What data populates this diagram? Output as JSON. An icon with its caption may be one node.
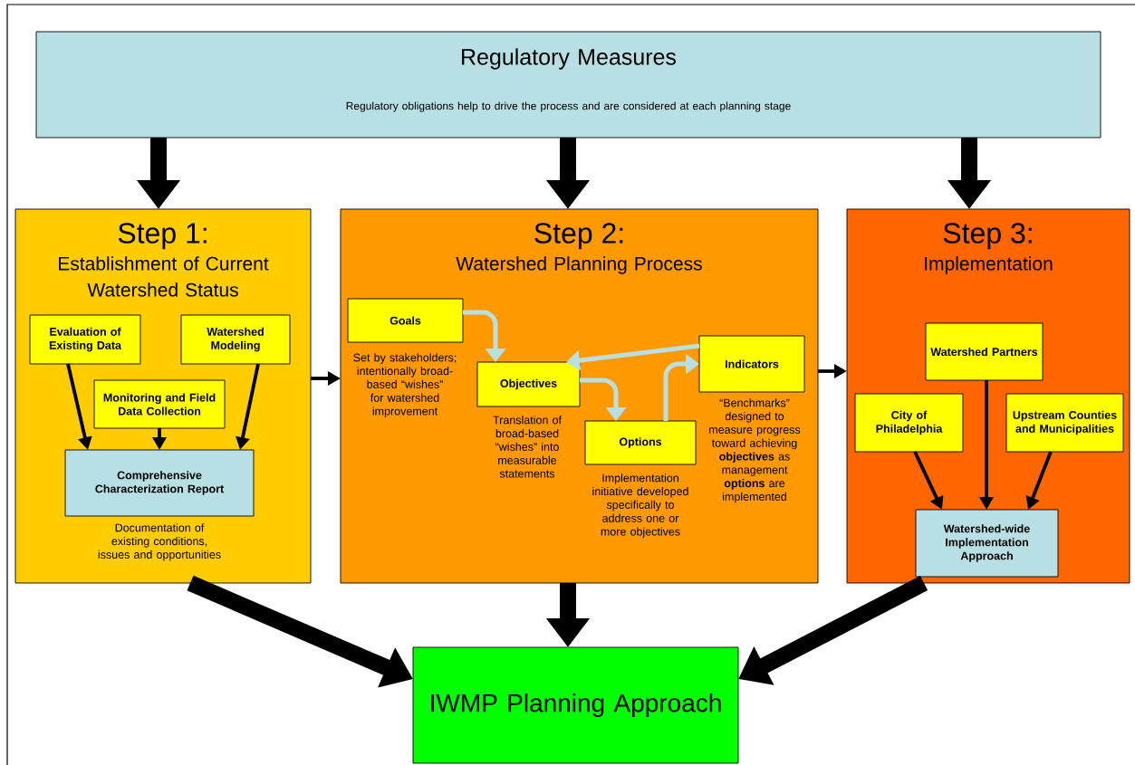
{
  "diagram": {
    "nodes": [
      {
        "text": [
          "Regulatory Measures",
          "Regulatory obligations help to drive the process and are considered at each planning stage"
        ]
      },
      {
        "text": [
          "Step 1:",
          "Establishment of Current Watershed Status"
        ]
      },
      {
        "text": [
          "Evaluation of Existing Data"
        ],
        "in": 1
      },
      {
        "text": [
          "Watershed Modeling"
        ],
        "in": 1
      },
      {
        "text": [
          "Monitoring and Field Data Collection"
        ],
        "in": 1
      },
      {
        "text": [
          "Comprehensive Characterization Report"
        ],
        "in": 1,
        "beside": [
          "Documentation of existing conditions, issues and opportunities"
        ]
      },
      {
        "text": [
          "Step 2:",
          "Watershed Planning Process"
        ]
      },
      {
        "text": [
          "Goals"
        ],
        "in": 6,
        "beside": [
          "Set by stakeholders; intentionally broad-based “wishes” for watershed improvement"
        ]
      },
      {
        "text": [
          "Objectives"
        ],
        "in": 6,
        "beside": [
          "Translation of broad-based “wishes” into measurable statements"
        ]
      },
      {
        "text": [
          "Options"
        ],
        "in": 6,
        "beside": [
          "Implementation initiative developed specifically to address one or more objectives"
        ]
      },
      {
        "text": [
          "Indicators"
        ],
        "in": 6,
        "beside": [
          "“Benchmarks” designed to measure progress toward achieving **objectives** as management **options** are implemented"
        ]
      },
      {
        "text": [
          "Step 3:",
          "Implementation"
        ]
      },
      {
        "text": [
          "Watershed Partners"
        ],
        "in": 11
      },
      {
        "text": [
          "City of Philadelphia"
        ],
        "in": 11
      },
      {
        "text": [
          "Upstream Counties and Municipalities"
        ],
        "in": 11
      },
      {
        "text": [
          "Watershed-wide Implementation Approach"
        ],
        "in": 11
      },
      {
        "text": [
          "IWMP Planning Approach"
        ]
      }
    ],
    "edges": [
      {
        "from": 0,
        "to": 1,
        "arrow": "to",
        "style": "thick"
      },
      {
        "from": 0,
        "to": 6,
        "arrow": "to",
        "style": "thick"
      },
      {
        "from": 0,
        "to": 11,
        "arrow": "to",
        "style": "thick"
      },
      {
        "from": 2,
        "to": 5,
        "arrow": "to"
      },
      {
        "from": 4,
        "to": 5,
        "arrow": "to"
      },
      {
        "from": 3,
        "to": 5,
        "arrow": "to"
      },
      {
        "from": 1,
        "to": 6,
        "arrow": "to"
      },
      {
        "from": 6,
        "to": 11,
        "arrow": "to"
      },
      {
        "from": 7,
        "to": 8,
        "arrow": "to",
        "color": "#b8dfe3"
      },
      {
        "from": 8,
        "to": 9,
        "arrow": "to",
        "color": "#b8dfe3"
      },
      {
        "from": 9,
        "to": 10,
        "arrow": "to",
        "color": "#b8dfe3"
      },
      {
        "from": 10,
        "to": 8,
        "arrow": "to",
        "color": "#b8dfe3"
      },
      {
        "from": 13,
        "to": 15,
        "arrow": "to"
      },
      {
        "from": 12,
        "to": 15,
        "arrow": "to"
      },
      {
        "from": 14,
        "to": 15,
        "arrow": "to"
      },
      {
        "from": 1,
        "to": 16,
        "arrow": "to",
        "style": "thick"
      },
      {
        "from": 6,
        "to": 16,
        "arrow": "to",
        "style": "thick"
      },
      {
        "from": 11,
        "to": 16,
        "arrow": "to",
        "style": "thick"
      }
    ]
  }
}
